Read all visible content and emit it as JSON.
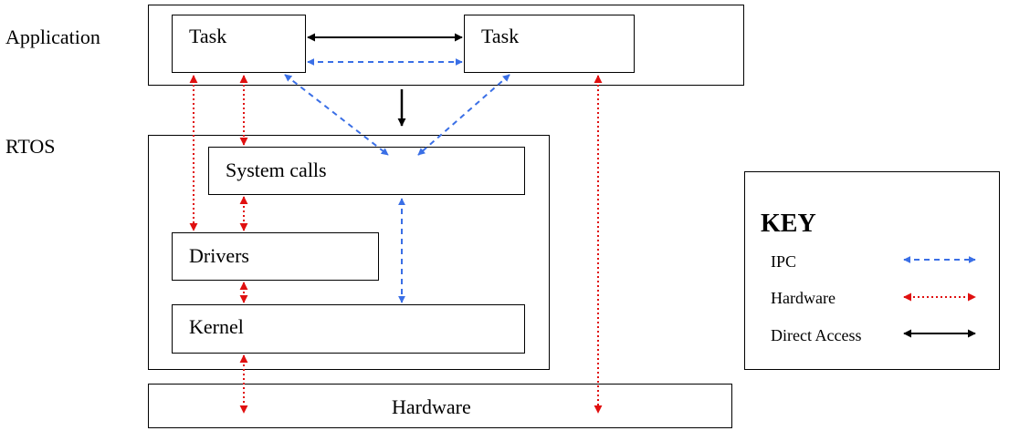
{
  "layers": {
    "application": "Application",
    "rtos": "RTOS"
  },
  "boxes": {
    "task_left": "Task",
    "task_right": "Task",
    "system_calls": "System calls",
    "drivers": "Drivers",
    "kernel": "Kernel",
    "hardware": "Hardware"
  },
  "key": {
    "title": "KEY",
    "items": [
      {
        "label": "IPC",
        "style": "dashed",
        "color": "#3a6fe6"
      },
      {
        "label": "Hardware",
        "style": "dotted",
        "color": "#e01010"
      },
      {
        "label": "Direct Access",
        "style": "solid",
        "color": "#000000"
      }
    ]
  },
  "colors": {
    "ipc": "#3a6fe6",
    "hardware": "#e01010",
    "direct": "#000000"
  }
}
